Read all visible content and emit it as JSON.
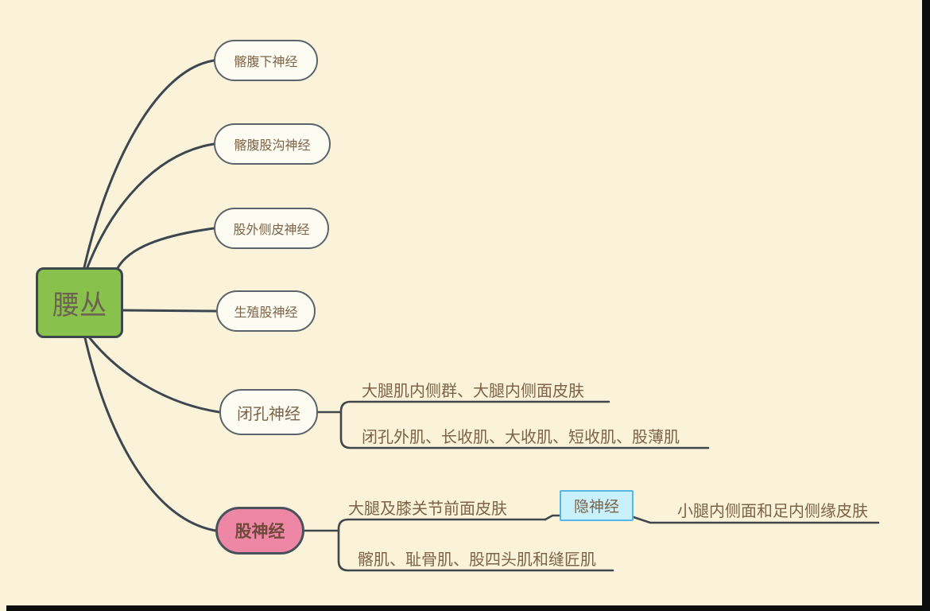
{
  "title": "腰丛 mind map",
  "root": {
    "label": "腰丛"
  },
  "branches": [
    {
      "label": "髂腹下神经"
    },
    {
      "label": "髂腹股沟神经"
    },
    {
      "label": "股外侧皮神经"
    },
    {
      "label": "生殖股神经"
    },
    {
      "label": "闭孔神经",
      "children": [
        "大腿肌内侧群、大腿内侧面皮肤",
        "闭孔外肌、长收肌、大收肌、短收肌、股薄肌"
      ]
    },
    {
      "label": "股神经",
      "children": [
        "大腿及膝关节前面皮肤",
        "髂肌、耻骨肌、股四头肌和缝匠肌"
      ],
      "sub_node": {
        "label": "隐神经",
        "child": "小腿内侧面和足内侧缘皮肤"
      }
    }
  ],
  "colors": {
    "background": "#faf3da",
    "root_fill": "#88c14c",
    "root_border": "#3d484d",
    "pill_fill": "#fdfcf2",
    "pill_border": "#5a646b",
    "femoral_fill": "#ee86a6",
    "saphenous_fill": "#c9f1fd",
    "saphenous_border": "#54b7e8",
    "wire": "#3d4750",
    "text": "#7d6347",
    "frame": "#0c0c0c"
  }
}
